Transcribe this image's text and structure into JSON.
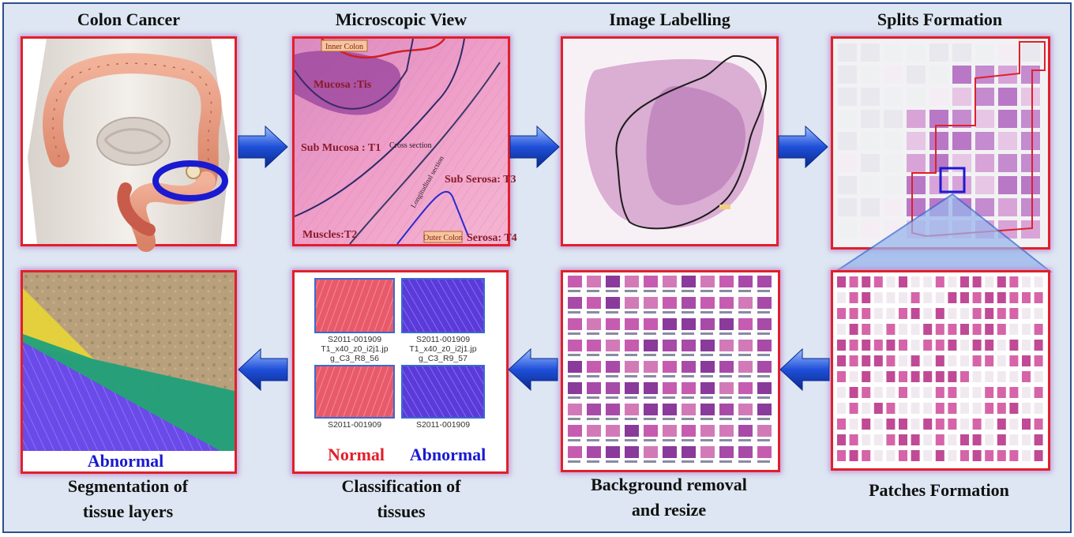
{
  "stages": {
    "colon_cancer": {
      "title": "Colon Cancer"
    },
    "microscopic_view": {
      "title": "Microscopic View",
      "labels": {
        "inner_colon": "Inner Colon",
        "mucosa": "Mucosa :Tis",
        "sub_mucosa": "Sub Mucosa : T1",
        "cross_section": "Cross section",
        "longitudinal": "Longitudinal section",
        "sub_serosa": "Sub Serosa: T3",
        "muscles": "Muscles:T2",
        "outer_colon": "Outer Colon",
        "serosa": "Serosa: T4"
      }
    },
    "image_labelling": {
      "title": "Image Labelling"
    },
    "splits_formation": {
      "title": "Splits Formation"
    },
    "patches_formation": {
      "title": "Patches Formation"
    },
    "background_removal": {
      "title_line1": "Background removal",
      "title_line2": "and resize"
    },
    "classification": {
      "title_line1": "Classification of",
      "title_line2": "tissues",
      "tile1_caption_line1": "S2011-001909",
      "tile1_caption_line2": "T1_x40_z0_i2j1.jp",
      "tile1_caption_line3": "g_C3_R8_56",
      "tile2_caption_line1": "S2011-001909",
      "tile2_caption_line2": "T1_x40_z0_i2j1.jp",
      "tile2_caption_line3": "g_C3_R9_57",
      "tile3_caption": "S2011-001909",
      "tile4_caption": "S2011-001909",
      "normal_label": "Normal",
      "abnormal_label": "Abnormal"
    },
    "segmentation": {
      "title_line1": "Segmentation of",
      "title_line2": "tissue layers",
      "abnormal_label": "Abnormal"
    }
  },
  "colors": {
    "panel_border": "#e0202a",
    "frame_border": "#2f4f8a",
    "arrow_blue": "#1f4fd8",
    "normal_red": "#e0202a",
    "abnormal_blue": "#1a1ad0"
  }
}
